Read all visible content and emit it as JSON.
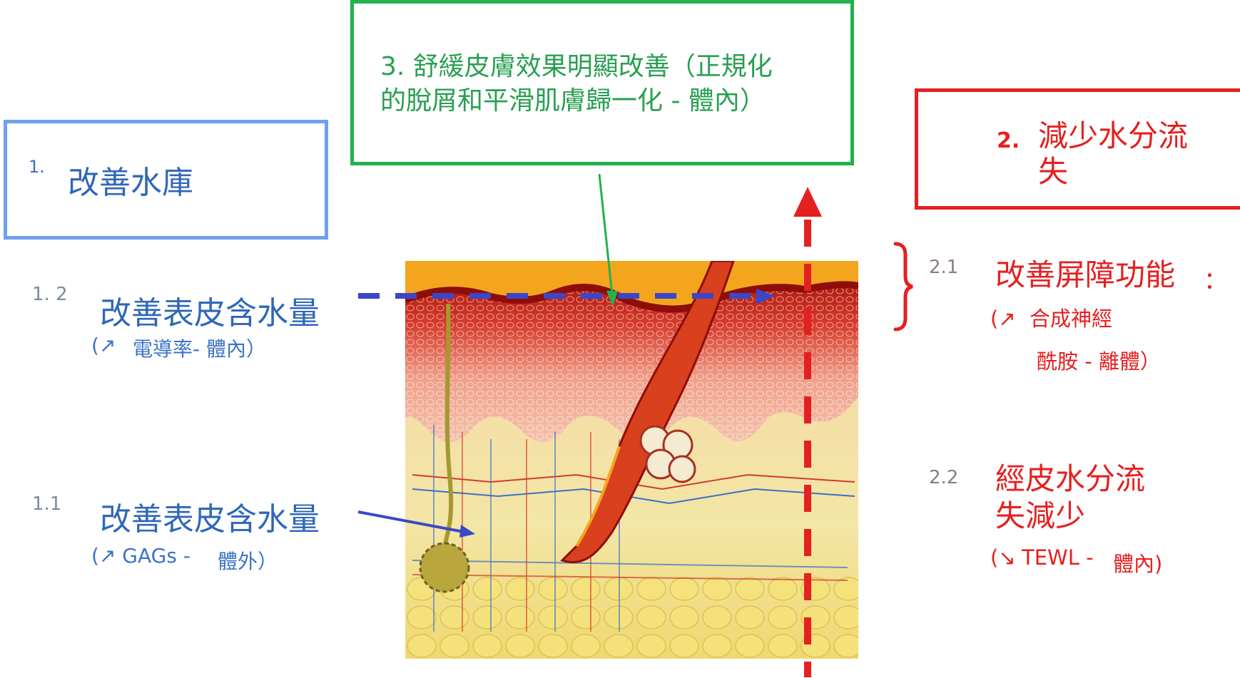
{
  "colors": {
    "blue": "#2f67b8",
    "blue_box": "#6fa0ee",
    "green": "#22b24c",
    "red": "#e52020",
    "arrow_blue": "#3b47c8"
  },
  "box_reservoir": {
    "number": "1.",
    "title": "改善水庫"
  },
  "box_soothing": {
    "title_line1": "3. 舒緩皮膚效果明顯改善（正規化",
    "title_line2": "的脫屑和平滑肌膚歸一化 - 體內）"
  },
  "box_water_loss": {
    "number": "2.",
    "title_line1": "減少水分流",
    "title_line2": "失"
  },
  "item_1_2": {
    "number": "1. 2",
    "title": "改善表皮含水量",
    "note_prefix": "(↗",
    "note": "電導率- 體內）"
  },
  "item_1_1": {
    "number": "1.1",
    "title": "改善表皮含水量",
    "note_prefix": "(↗ GAGs -",
    "note": "體外）"
  },
  "item_2_1": {
    "number": "2.1",
    "title": "改善屏障功能",
    "colon": "：",
    "note_prefix": "(↗",
    "note_line1": "合成神經",
    "note_line2": "酰胺 - 離體）"
  },
  "item_2_2": {
    "number": "2.2",
    "title_line1": "經皮水分流",
    "title_line2": "失減少",
    "note_prefix": "(↘",
    "note": "TEWL -",
    "note_suffix": "體內)"
  },
  "illustration": {
    "icon": "skin-cross-section-icon"
  }
}
